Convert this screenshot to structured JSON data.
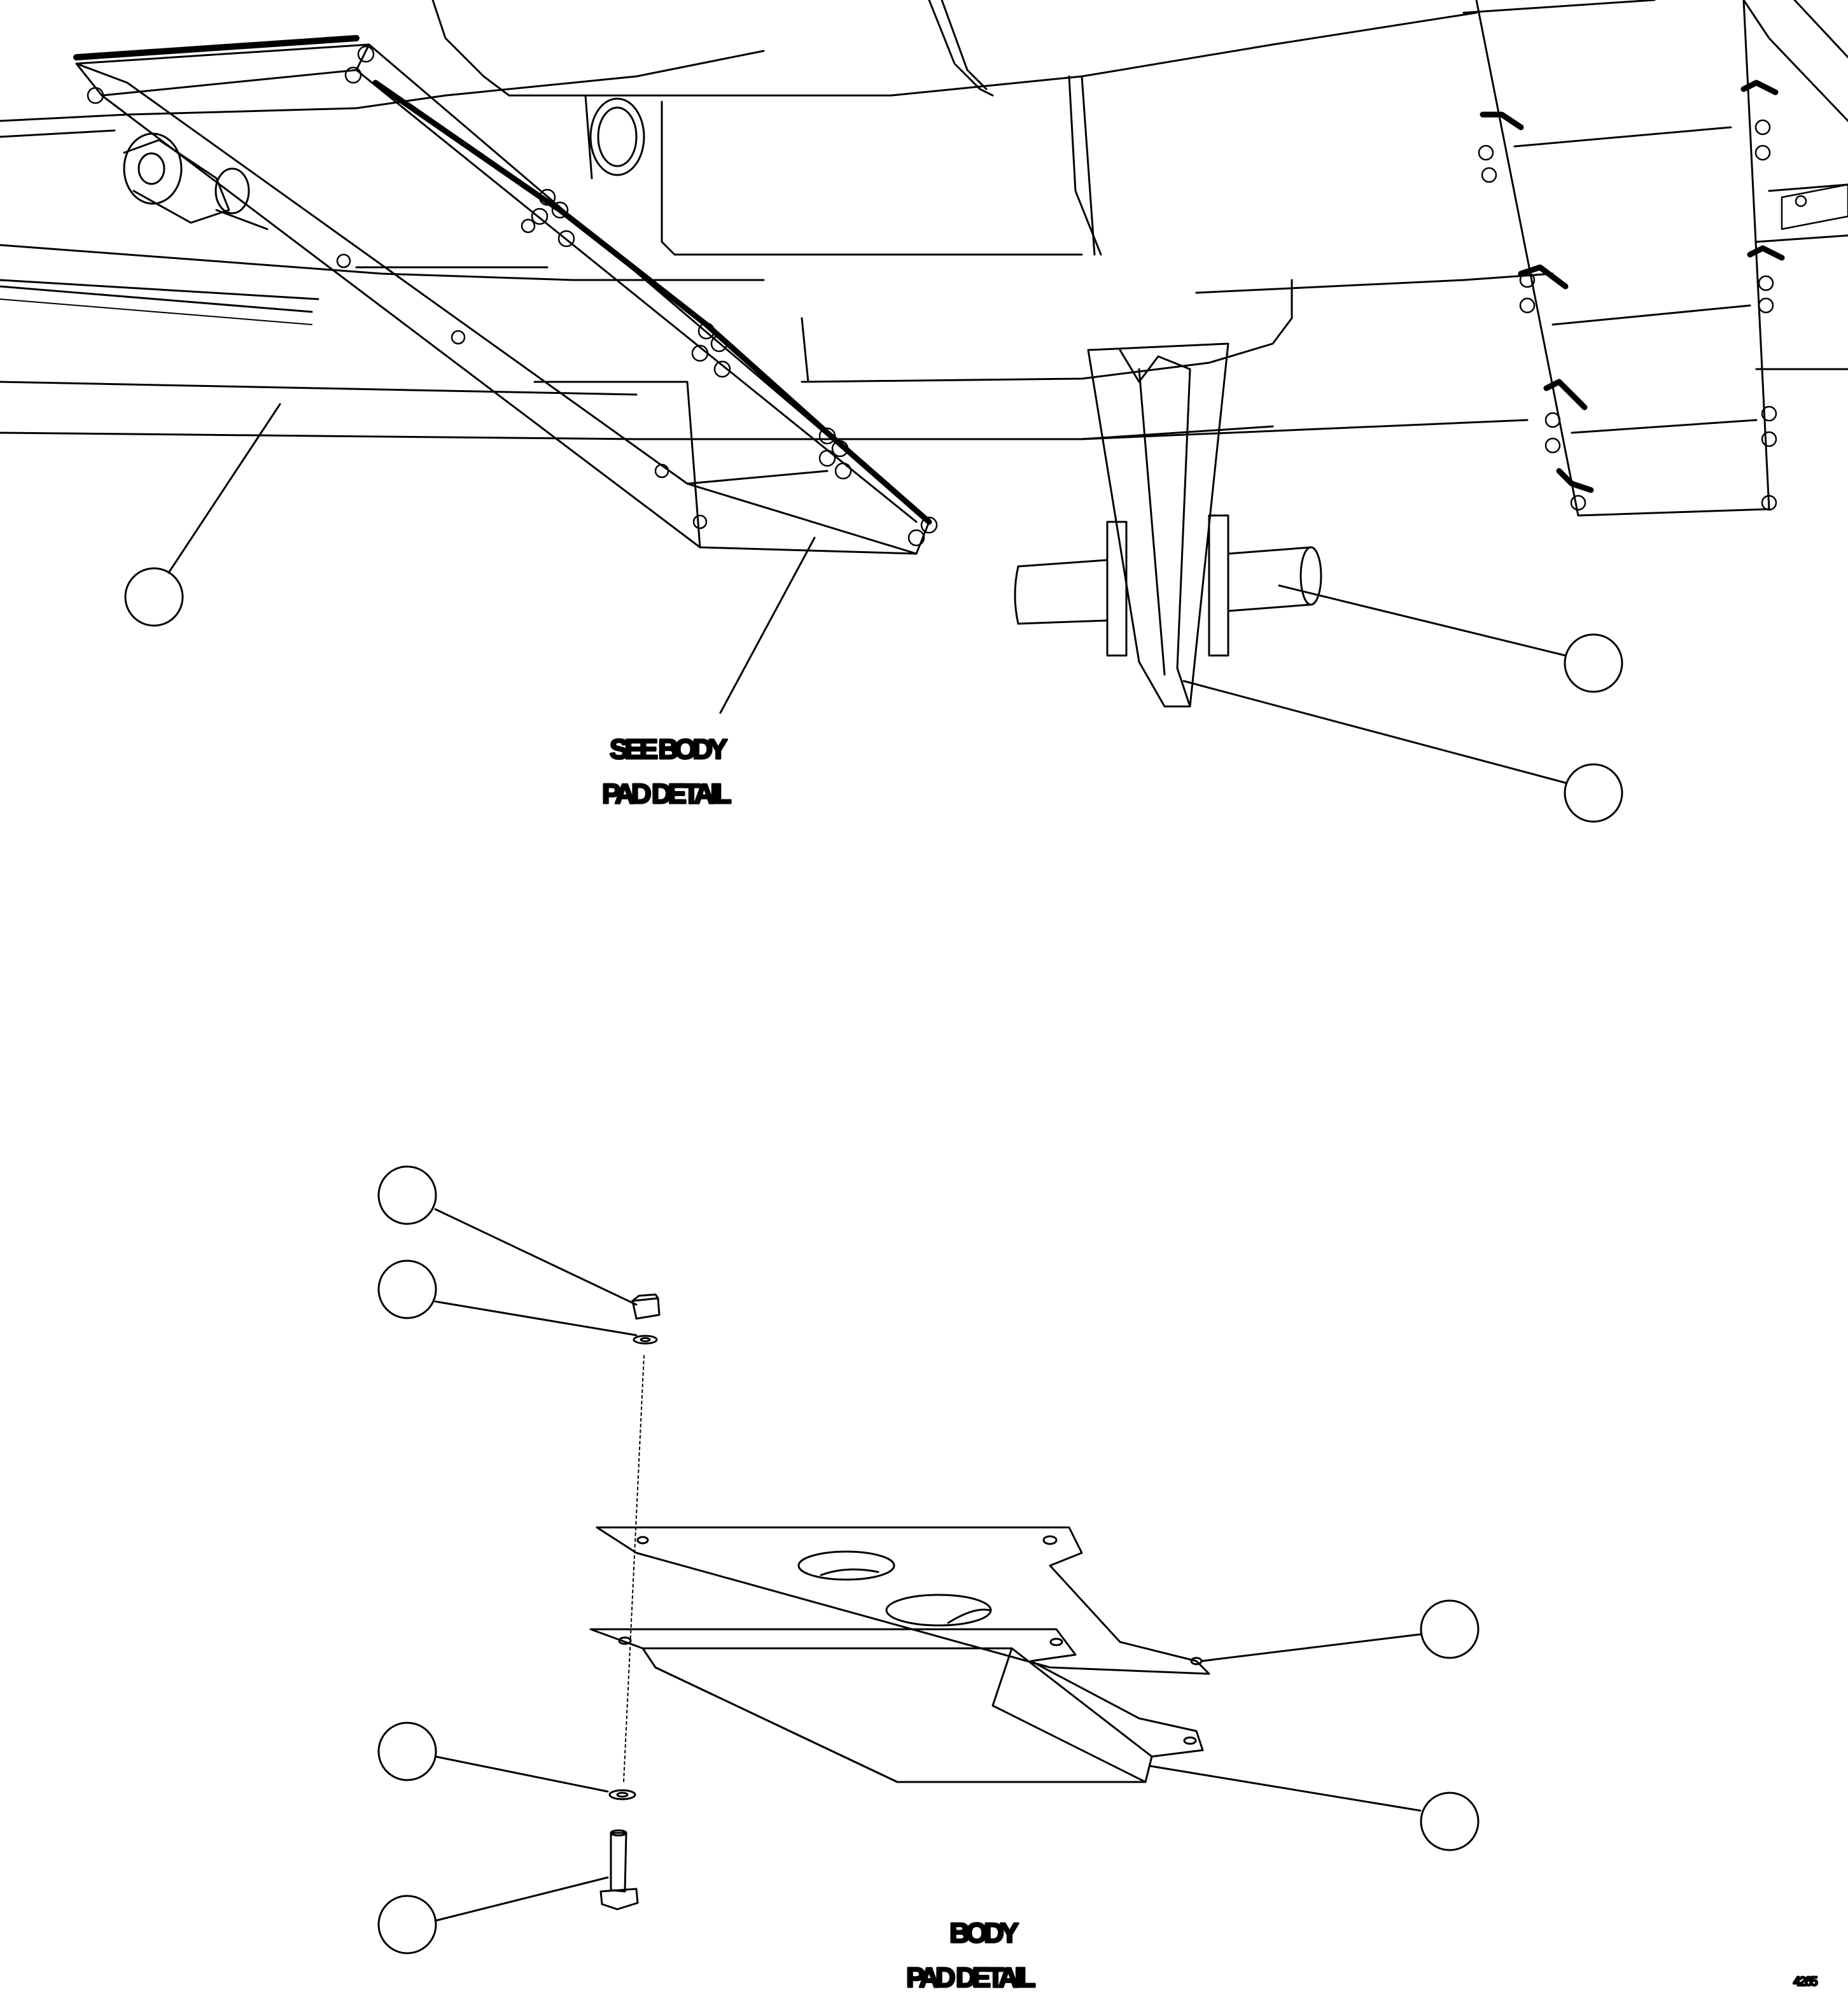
{
  "top_view": {
    "note_line1": "SEE BODY",
    "note_line2": "PAD DETAIL"
  },
  "detail_view": {
    "title_line1": "BODY",
    "title_line2": "PAD DETAIL"
  },
  "drawing_number": "4265"
}
